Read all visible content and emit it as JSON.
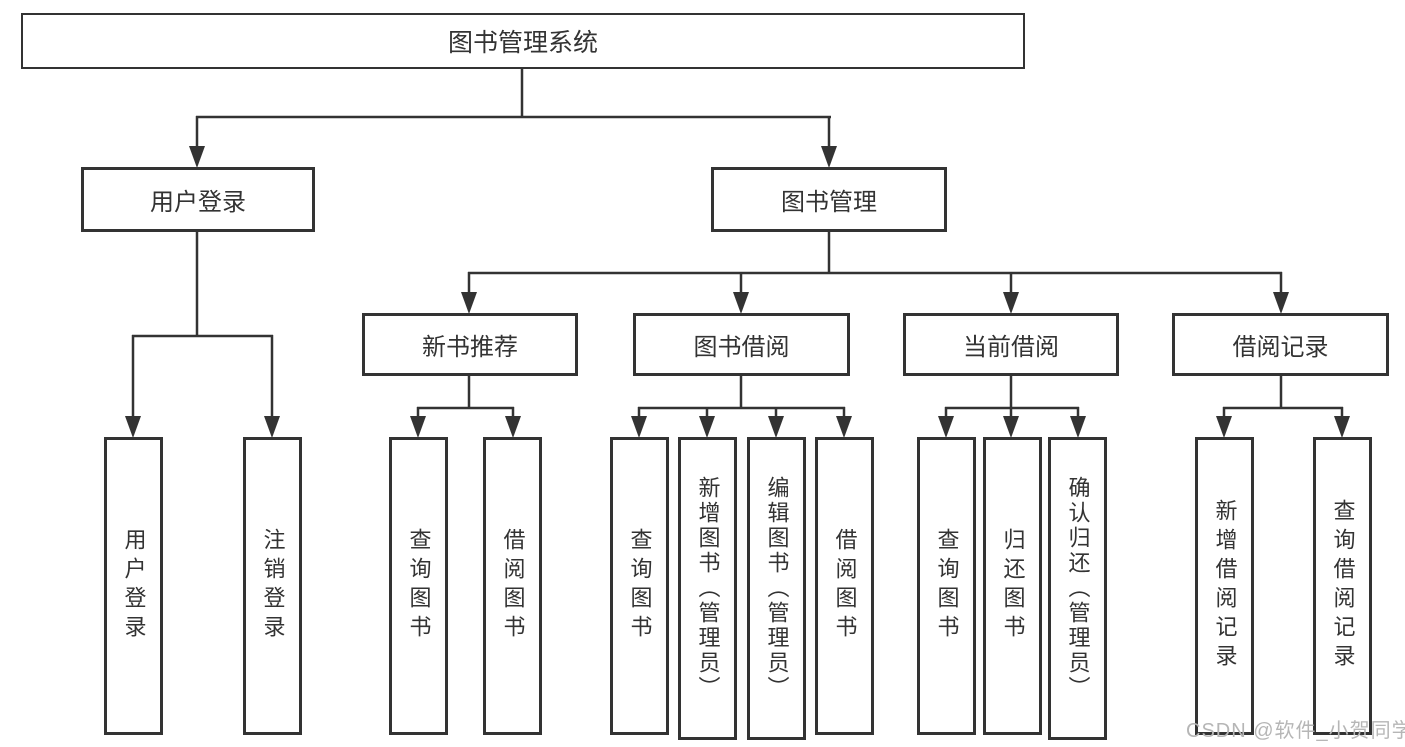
{
  "diagram": {
    "root": "图书管理系统",
    "level2": [
      "用户登录",
      "图书管理"
    ],
    "level3": [
      "新书推荐",
      "图书借阅",
      "当前借阅",
      "借阅记录"
    ],
    "leaves": [
      "用户登录",
      "注销登录",
      "查询图书",
      "借阅图书",
      "查询图书",
      "新增图书（管理员）",
      "编辑图书（管理员）",
      "借阅图书",
      "查询图书",
      "归还图书",
      "确认归还（管理员）",
      "新增借阅记录",
      "查询借阅记录"
    ]
  },
  "watermark": "CSDN @软件_小贺同学",
  "colors": {
    "line": "#333333",
    "text": "#333333",
    "watermark": "#b6b6b6",
    "background": "#ffffff"
  }
}
